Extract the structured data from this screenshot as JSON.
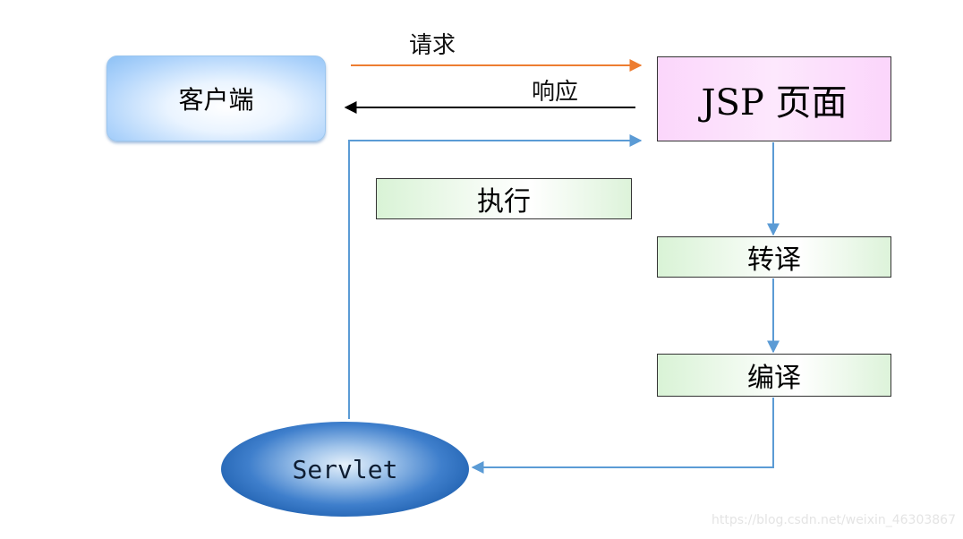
{
  "nodes": {
    "client": "客户端",
    "jsp_page": "JSP 页面",
    "execute": "执行",
    "translate": "转译",
    "compile": "编译",
    "servlet": "Servlet"
  },
  "edges": {
    "request": "请求",
    "response": "响应"
  },
  "colors": {
    "request_arrow": "#ed7d31",
    "response_arrow": "#000000",
    "flow_arrow": "#5b9bd5"
  },
  "watermark": "https://blog.csdn.net/weixin_46303867"
}
